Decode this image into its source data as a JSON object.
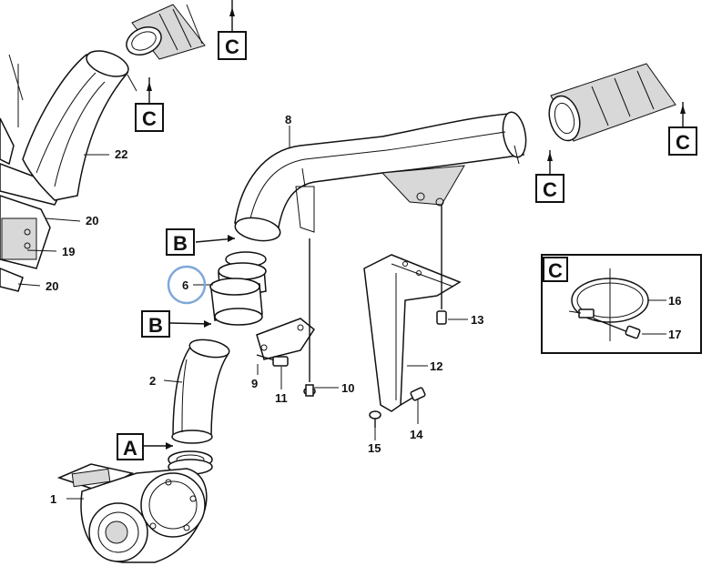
{
  "callouts": {
    "1": "1",
    "2": "2",
    "6": "6",
    "8": "8",
    "9": "9",
    "10": "10",
    "11": "11",
    "12": "12",
    "13": "13",
    "14": "14",
    "15": "15",
    "16": "16",
    "17": "17",
    "19": "19",
    "20a": "20",
    "20b": "20",
    "22": "22"
  },
  "detail_markers": {
    "A": "A",
    "B_upper": "B",
    "B_lower": "B",
    "C_top_left": "C",
    "C_mid_left": "C",
    "C_top_right": "C",
    "C_mid_right": "C",
    "C_inset": "C"
  },
  "highlight_color": "#7fa8d8",
  "line_color": "#111111"
}
